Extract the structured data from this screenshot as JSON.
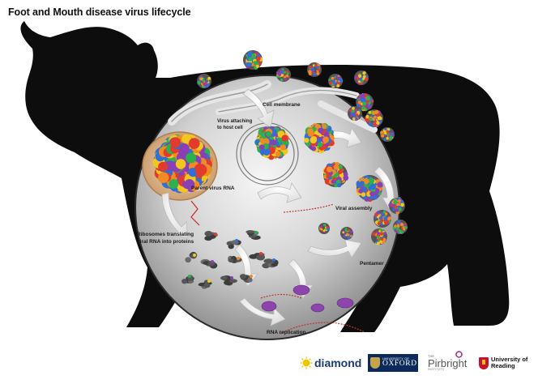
{
  "title": "Foot and Mouth disease virus lifecycle",
  "labels": {
    "cell_membrane": "Cell membrane",
    "attaching_line1": "Virus attaching",
    "attaching_line2": "to host cell",
    "parent_rna": "Parent virus RNA",
    "viral_assembly": "Viral assembly",
    "ribosomes_line1": "Ribosomes translating",
    "ribosomes_line2": "viral RNA into proteins",
    "pentamer": "Pentamer",
    "rna_replication": "RNA replication"
  },
  "logos": {
    "diamond": "diamond",
    "oxford_small": "UNIVERSITY OF",
    "oxford_big": "OXFORD",
    "pirbright_the": "THE",
    "pirbright_name": "Pirbright",
    "pirbright_inst": "INSTITUTE",
    "reading_line1": "University of",
    "reading_line2": "Reading"
  },
  "colors": {
    "silhouette": "#0d0d0d",
    "cell_gradient_center": "#f4f4f4",
    "cell_gradient_edge": "#8a8a8a",
    "arrow_fill": "#f2f2f2",
    "virus_palette": [
      "#e23b2e",
      "#2f6fd6",
      "#2bb24c",
      "#f2c81f",
      "#8a3fb5",
      "#f08a24"
    ]
  }
}
